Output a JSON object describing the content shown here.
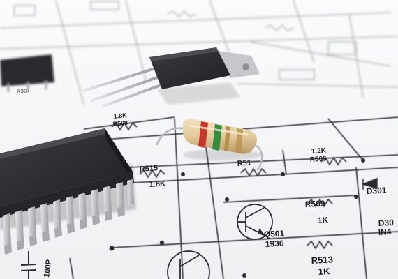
{
  "labels": {
    "r508_value": "1.8K",
    "r508_name": "R508",
    "r515_name": "R515",
    "r515_value": "1.8K",
    "r51x_name": "R51",
    "r505_value": "1.2K",
    "r505_name": "R505",
    "r509_name": "R509",
    "r509_value": "1K",
    "q501_name": "Q501",
    "q501_part": "1936",
    "r513_name": "R513",
    "r513_value": "1K",
    "d301_name": "D301",
    "d30x_name": "D30",
    "in_text": "IN4",
    "cap_value": "100P",
    "top_code": "R307"
  },
  "colors": {
    "paper": "#f4f5f6",
    "line": "#2a2c31",
    "ic_body": "#2b2d31",
    "pin": "#c9cbcf",
    "regulator_body": "#2c2e33",
    "resistor_body": "#e4cfa3",
    "band_red": "#c9352a",
    "band_green": "#2f8d3c",
    "band_gold": "#b8924a"
  }
}
